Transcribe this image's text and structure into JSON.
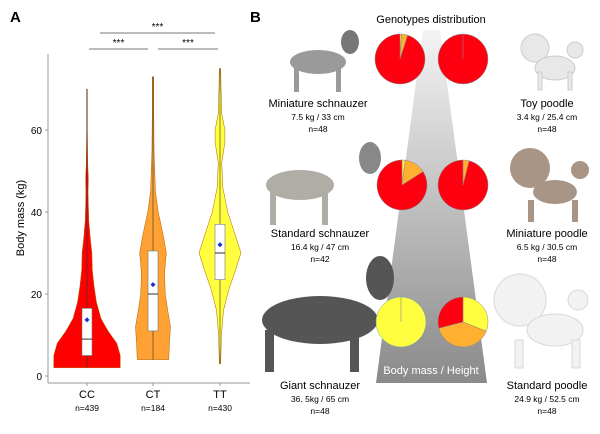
{
  "panel_labels": {
    "a": "A",
    "b": "B"
  },
  "chart_data": [
    {
      "type": "violin",
      "ylabel": "Body mass (kg)",
      "ylim": [
        0,
        75
      ],
      "yticks": [
        0,
        20,
        40,
        60
      ],
      "categories": [
        "CC",
        "CT",
        "TT"
      ],
      "counts": [
        "n=439",
        "n=184",
        "n=430"
      ],
      "colors": [
        "#ff0000",
        "#ffa133",
        "#ffff40"
      ],
      "box": [
        {
          "min": 2,
          "q1": 5,
          "median": 9,
          "q3": 16.5,
          "max": 70,
          "mean": 13.7
        },
        {
          "min": 4,
          "q1": 11,
          "median": 20,
          "q3": 30.5,
          "max": 73,
          "mean": 22.3
        },
        {
          "min": 3,
          "q1": 23.5,
          "median": 30,
          "q3": 37,
          "max": 75,
          "mean": 32
        }
      ],
      "density": [
        [
          [
            2,
            0.95
          ],
          [
            5,
            0.95
          ],
          [
            8,
            0.85
          ],
          [
            11,
            0.6
          ],
          [
            14,
            0.4
          ],
          [
            18,
            0.27
          ],
          [
            22,
            0.2
          ],
          [
            26,
            0.15
          ],
          [
            30,
            0.14
          ],
          [
            33,
            0.1
          ],
          [
            38,
            0.05
          ],
          [
            45,
            0.03
          ],
          [
            48,
            0.04
          ],
          [
            52,
            0.02
          ],
          [
            60,
            0.01
          ],
          [
            70,
            0.01
          ]
        ],
        [
          [
            4,
            0.45
          ],
          [
            8,
            0.47
          ],
          [
            12,
            0.5
          ],
          [
            16,
            0.42
          ],
          [
            20,
            0.35
          ],
          [
            25,
            0.33
          ],
          [
            30,
            0.38
          ],
          [
            34,
            0.3
          ],
          [
            40,
            0.15
          ],
          [
            45,
            0.07
          ],
          [
            55,
            0.03
          ],
          [
            65,
            0.02
          ],
          [
            73,
            0.02
          ]
        ],
        [
          [
            3,
            0.02
          ],
          [
            10,
            0.04
          ],
          [
            16,
            0.1
          ],
          [
            21,
            0.25
          ],
          [
            26,
            0.45
          ],
          [
            30,
            0.6
          ],
          [
            34,
            0.45
          ],
          [
            40,
            0.22
          ],
          [
            46,
            0.08
          ],
          [
            52,
            0.05
          ],
          [
            57,
            0.14
          ],
          [
            60,
            0.14
          ],
          [
            64,
            0.05
          ],
          [
            70,
            0.03
          ],
          [
            75,
            0.02
          ]
        ]
      ],
      "significance": [
        {
          "pair": [
            "CC",
            "TT"
          ],
          "label": "***"
        },
        {
          "pair": [
            "CC",
            "CT"
          ],
          "label": "***"
        },
        {
          "pair": [
            "CT",
            "TT"
          ],
          "label": "***"
        }
      ]
    },
    {
      "type": "pie",
      "title": "Genotypes distribution",
      "gradient_label": "Body mass / Height",
      "slice_order": [
        "TT",
        "CT",
        "CC"
      ],
      "colors": {
        "CC": "#ff0010",
        "CT": "#ffb030",
        "TT": "#ffff40"
      },
      "pies": [
        {
          "breed": "Miniature schnauzer",
          "stats": "7.5 kg / 33 cm",
          "n": "n=48",
          "values": {
            "TT": 1,
            "CT": 4,
            "CC": 95
          }
        },
        {
          "breed": "Toy poodle",
          "stats": "3.4 kg / 25.4 cm",
          "n": "n=48",
          "values": {
            "TT": 0,
            "CT": 0,
            "CC": 100
          }
        },
        {
          "breed": "Standard schnauzer",
          "stats": "16.4 kg / 47 cm",
          "n": "n=42",
          "values": {
            "TT": 2,
            "CT": 14,
            "CC": 84
          }
        },
        {
          "breed": "Miniature poodle",
          "stats": "6.5 kg / 30.5 cm",
          "n": "n=48",
          "values": {
            "TT": 0,
            "CT": 4,
            "CC": 96
          }
        },
        {
          "breed": "Giant schnauzer",
          "stats": "36. 5kg / 65 cm",
          "n": "n=48",
          "values": {
            "TT": 100,
            "CT": 0,
            "CC": 0
          }
        },
        {
          "breed": "Standard poodle",
          "stats": "24.9 kg / 52.5 cm",
          "n": "n=48",
          "values": {
            "TT": 31,
            "CT": 40,
            "CC": 29
          }
        }
      ]
    }
  ]
}
